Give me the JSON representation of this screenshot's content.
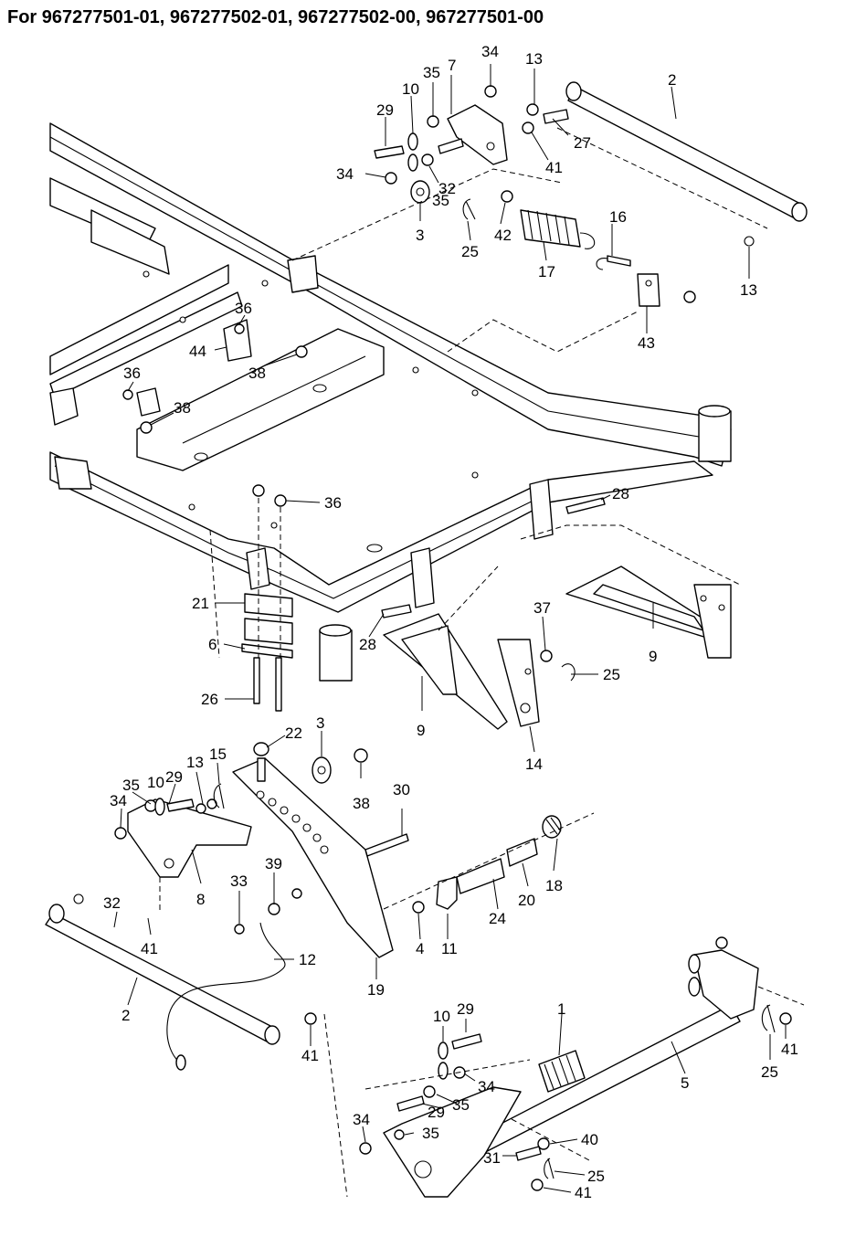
{
  "title": "For 967277501-01, 967277502-01, 967277502-00, 967277501-00",
  "callouts": [
    {
      "n": "34"
    },
    {
      "n": "35"
    },
    {
      "n": "7"
    },
    {
      "n": "13"
    },
    {
      "n": "2"
    },
    {
      "n": "10"
    },
    {
      "n": "29"
    },
    {
      "n": "27"
    },
    {
      "n": "41"
    },
    {
      "n": "32"
    },
    {
      "n": "34"
    },
    {
      "n": "35"
    },
    {
      "n": "3"
    },
    {
      "n": "16"
    },
    {
      "n": "42"
    },
    {
      "n": "25"
    },
    {
      "n": "17"
    },
    {
      "n": "13"
    },
    {
      "n": "36"
    },
    {
      "n": "44"
    },
    {
      "n": "38"
    },
    {
      "n": "43"
    },
    {
      "n": "36"
    },
    {
      "n": "38"
    },
    {
      "n": "36"
    },
    {
      "n": "28"
    },
    {
      "n": "21"
    },
    {
      "n": "37"
    },
    {
      "n": "9"
    },
    {
      "n": "6"
    },
    {
      "n": "28"
    },
    {
      "n": "25"
    },
    {
      "n": "26"
    },
    {
      "n": "9"
    },
    {
      "n": "14"
    },
    {
      "n": "22"
    },
    {
      "n": "3"
    },
    {
      "n": "13"
    },
    {
      "n": "15"
    },
    {
      "n": "29"
    },
    {
      "n": "35"
    },
    {
      "n": "10"
    },
    {
      "n": "34"
    },
    {
      "n": "38"
    },
    {
      "n": "30"
    },
    {
      "n": "18"
    },
    {
      "n": "33"
    },
    {
      "n": "39"
    },
    {
      "n": "8"
    },
    {
      "n": "20"
    },
    {
      "n": "32"
    },
    {
      "n": "24"
    },
    {
      "n": "41"
    },
    {
      "n": "4"
    },
    {
      "n": "11"
    },
    {
      "n": "12"
    },
    {
      "n": "19"
    },
    {
      "n": "2"
    },
    {
      "n": "41"
    },
    {
      "n": "1"
    },
    {
      "n": "10"
    },
    {
      "n": "29"
    },
    {
      "n": "34"
    },
    {
      "n": "5"
    },
    {
      "n": "29"
    },
    {
      "n": "35"
    },
    {
      "n": "25"
    },
    {
      "n": "41"
    },
    {
      "n": "34"
    },
    {
      "n": "35"
    },
    {
      "n": "40"
    },
    {
      "n": "31"
    },
    {
      "n": "25"
    },
    {
      "n": "41"
    }
  ]
}
